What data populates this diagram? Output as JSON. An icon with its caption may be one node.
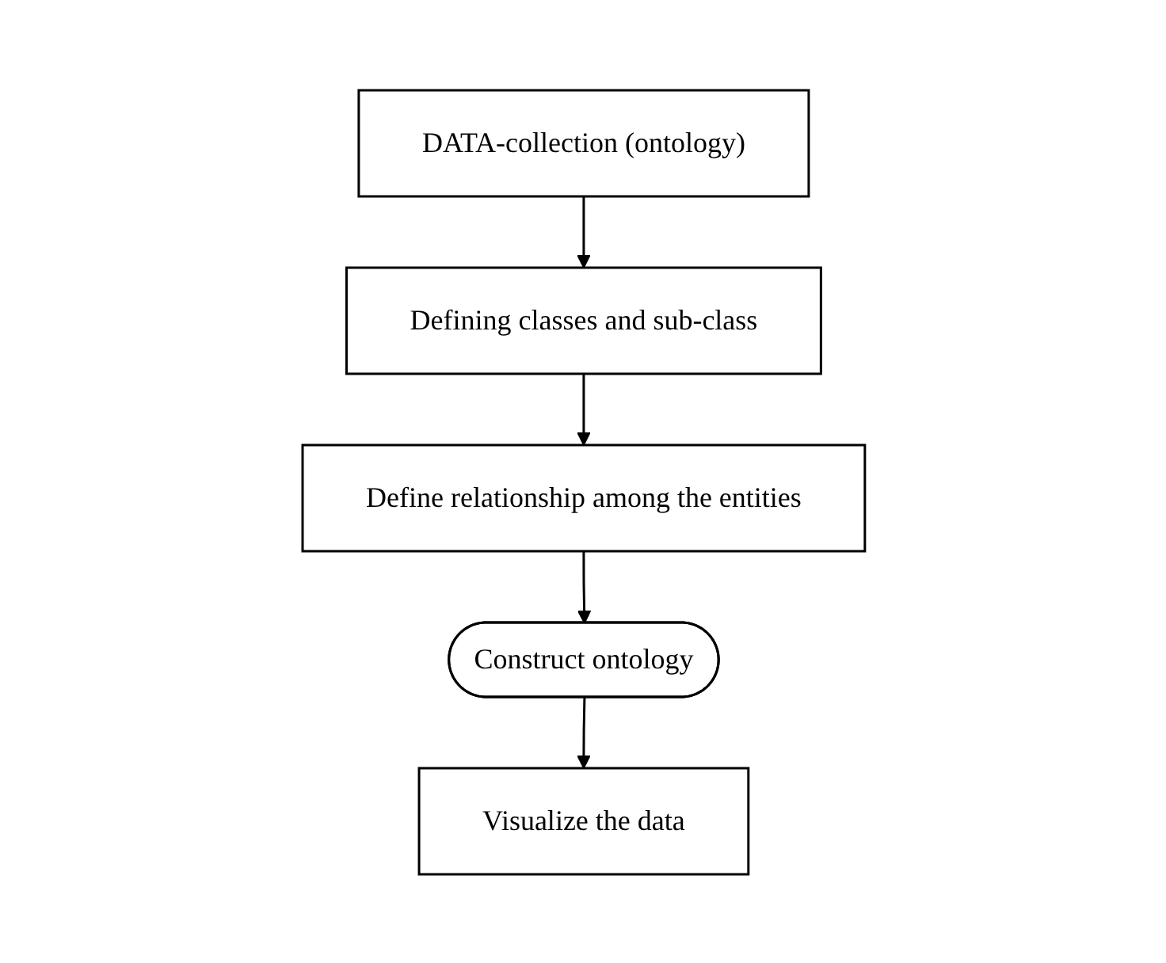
{
  "diagram": {
    "nodes": [
      {
        "text": [
          "DATA-collection (ontology)"
        ]
      },
      {
        "text": [
          "Defining classes and sub-class"
        ]
      },
      {
        "text": [
          "Define relationship among the entities"
        ]
      },
      {
        "text": [
          "Construct ontology"
        ]
      },
      {
        "text": [
          "Visualize the data"
        ]
      }
    ],
    "edges": [
      {
        "from": 0,
        "to": 1,
        "arrow": "to"
      },
      {
        "from": 1,
        "to": 2,
        "arrow": "to"
      },
      {
        "from": 2,
        "to": 3,
        "arrow": "to"
      },
      {
        "from": 3,
        "to": 4,
        "arrow": "to"
      }
    ]
  }
}
